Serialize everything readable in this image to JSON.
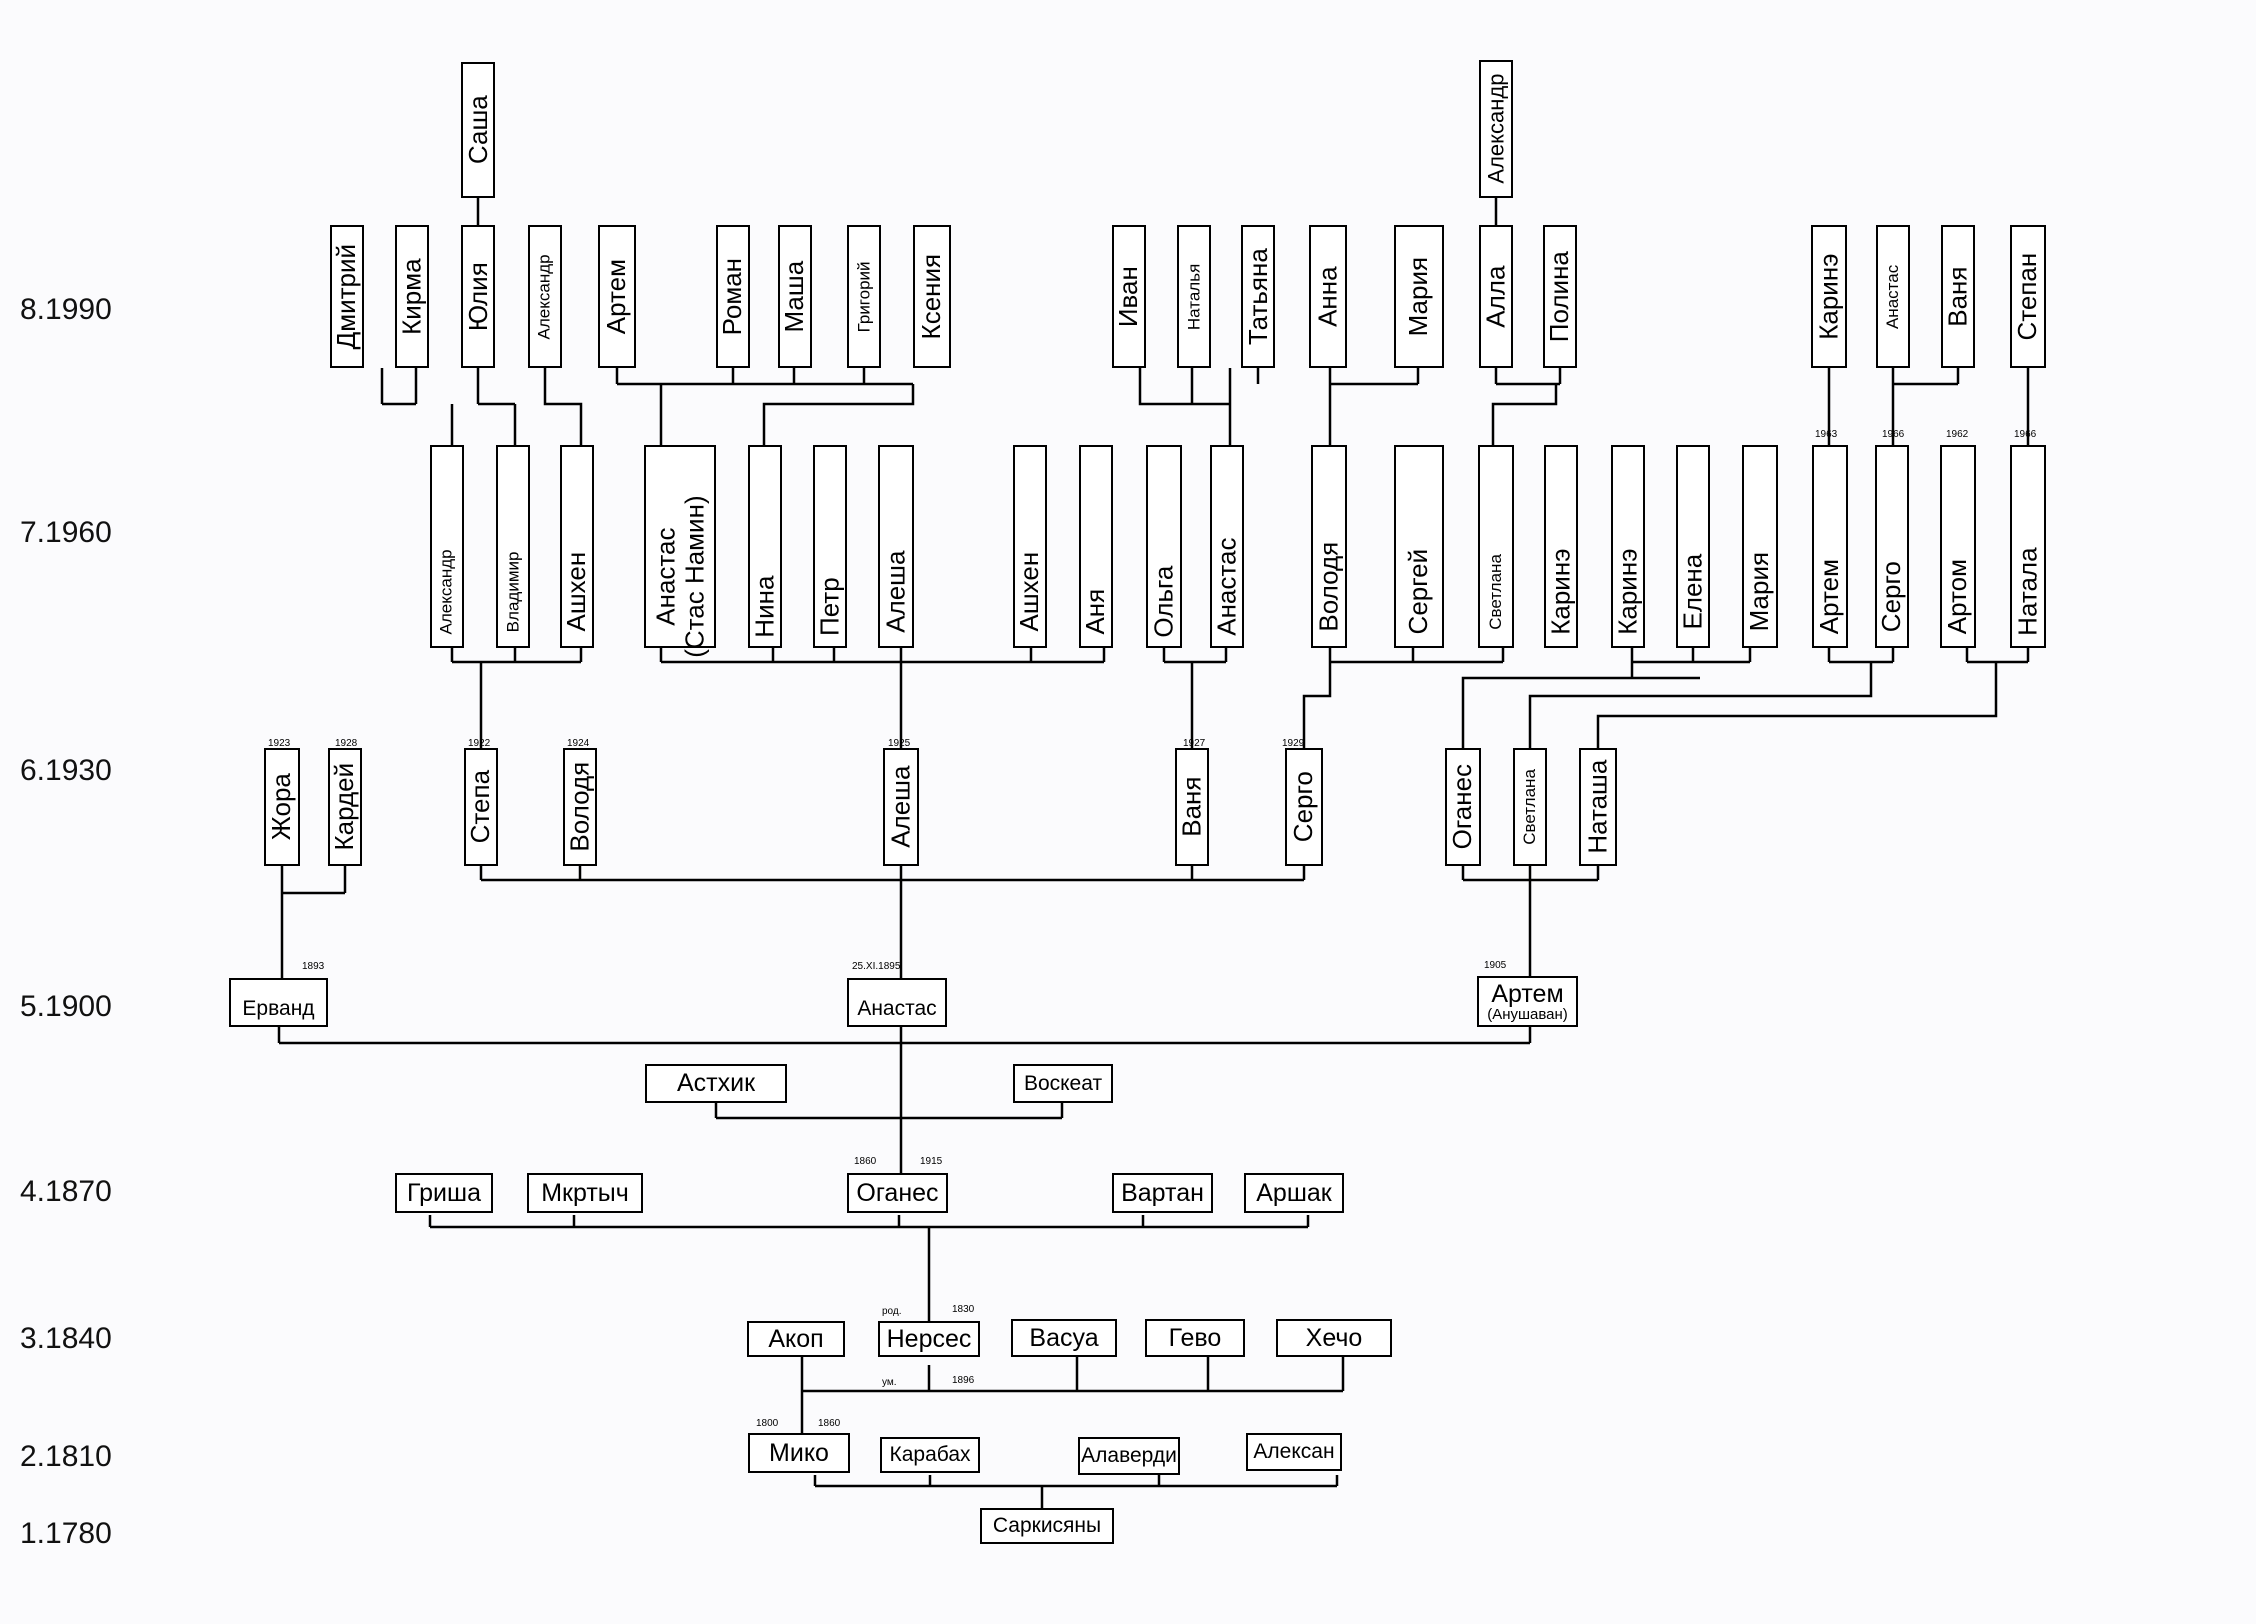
{
  "generations": [
    {
      "label": "8.1990"
    },
    {
      "label": "7.1960"
    },
    {
      "label": "6.1930"
    },
    {
      "label": "5.1900"
    },
    {
      "label": "4.1870"
    },
    {
      "label": "3.1840"
    },
    {
      "label": "2.1810"
    },
    {
      "label": "1.1780"
    }
  ],
  "people": {
    "root": "Саркисяны",
    "g2": [
      "Мико",
      "Карабах",
      "Алаверди",
      "Алексан"
    ],
    "g3": [
      "Акоп",
      "Нерсес",
      "Васуа",
      "Гево",
      "Хечо"
    ],
    "g4": [
      "Гриша",
      "Мкртыч",
      "Оганес",
      "Вартан",
      "Аршак"
    ],
    "g5": [
      "Астхик",
      "Воскеат",
      "Ерванд",
      "Анастас",
      "Артем"
    ],
    "g5_note": "(Анушаван)",
    "g6": [
      "Жора",
      "Кардей",
      "Степа",
      "Володя",
      "Алеша",
      "Ваня",
      "Серго",
      "Оганес",
      "Светлана",
      "Наташа"
    ],
    "g7": [
      "Александр",
      "Владимир",
      "Ашхен",
      "Анастас",
      "(Стас Намин)",
      "Нина",
      "Петр",
      "Алеша",
      "Ашхен",
      "Аня",
      "Ольга",
      "Анастас",
      "Володя",
      "Сергей",
      "Светлана",
      "Каринэ",
      "Каринэ",
      "Елена",
      "Мария",
      "Артем",
      "Серго",
      "Артом",
      "Натала"
    ],
    "g8": [
      "Дмитрий",
      "Кирма",
      "Юлия",
      "Александр",
      "Артем",
      "Роман",
      "Маша",
      "Григорий",
      "Ксения",
      "Иван",
      "Наталья",
      "Татьяна",
      "Анна",
      "Мария",
      "Алла",
      "Полина",
      "Каринэ",
      "Анастас",
      "Ваня",
      "Степан"
    ],
    "g9": [
      "Саша",
      "Александр"
    ]
  },
  "dates": {
    "miko": [
      "1800",
      "1860"
    ],
    "nerses": [
      "род.",
      "1830",
      "ум.",
      "1896"
    ],
    "oganes": [
      "1860",
      "1915"
    ],
    "ervand": "1893",
    "anastas": "25.XI.1895",
    "artem": "1905",
    "g6": [
      "1923",
      "1928",
      "1922",
      "1924",
      "1925",
      "1927",
      "1929"
    ],
    "g7": [
      "1963",
      "1966",
      "1962",
      "1966"
    ]
  }
}
